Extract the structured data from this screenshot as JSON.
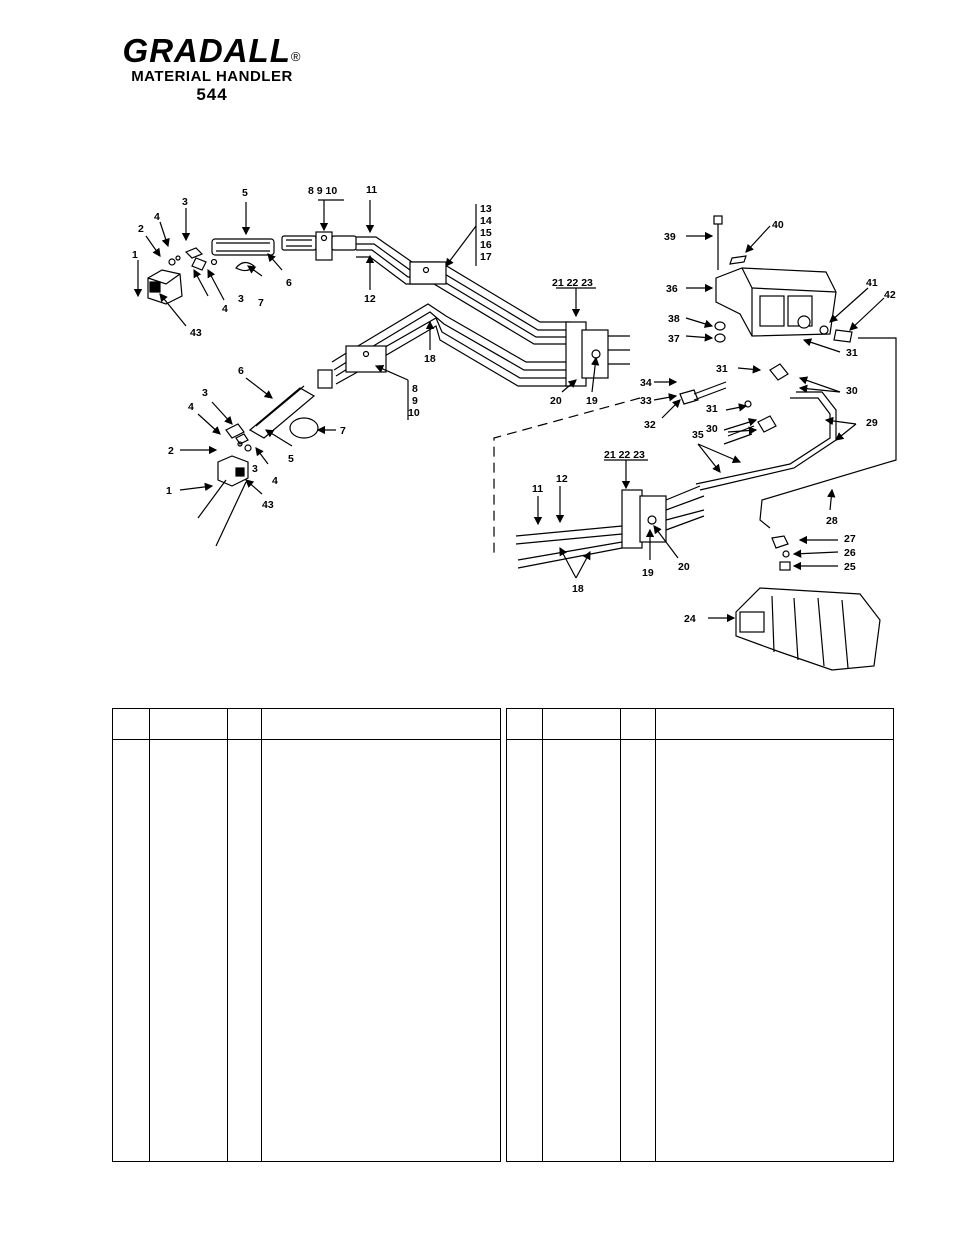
{
  "header": {
    "brand": "GRADALL",
    "registered_mark": "®",
    "subtitle": "MATERIAL HANDLER",
    "model": "544"
  },
  "diagram": {
    "callouts": [
      "1",
      "2",
      "3",
      "4",
      "5",
      "6",
      "7",
      "8",
      "9",
      "10",
      "11",
      "12",
      "13",
      "14",
      "15",
      "16",
      "17",
      "18",
      "19",
      "20",
      "21",
      "22",
      "23",
      "24",
      "25",
      "26",
      "27",
      "28",
      "29",
      "30",
      "31",
      "32",
      "33",
      "34",
      "35",
      "36",
      "37",
      "38",
      "39",
      "40",
      "41",
      "42",
      "43"
    ],
    "group_labels": [
      "8  9  10",
      "21  22  23",
      "21  22  23"
    ],
    "stacked_labels_upper": [
      "13",
      "14",
      "15",
      "16",
      "17"
    ],
    "stacked_labels_mid": [
      "8",
      "9",
      "10"
    ]
  },
  "parts_table_left": {
    "columns": [
      "",
      "",
      "",
      ""
    ],
    "rows": []
  },
  "parts_table_right": {
    "columns": [
      "",
      "",
      "",
      ""
    ],
    "rows": []
  }
}
